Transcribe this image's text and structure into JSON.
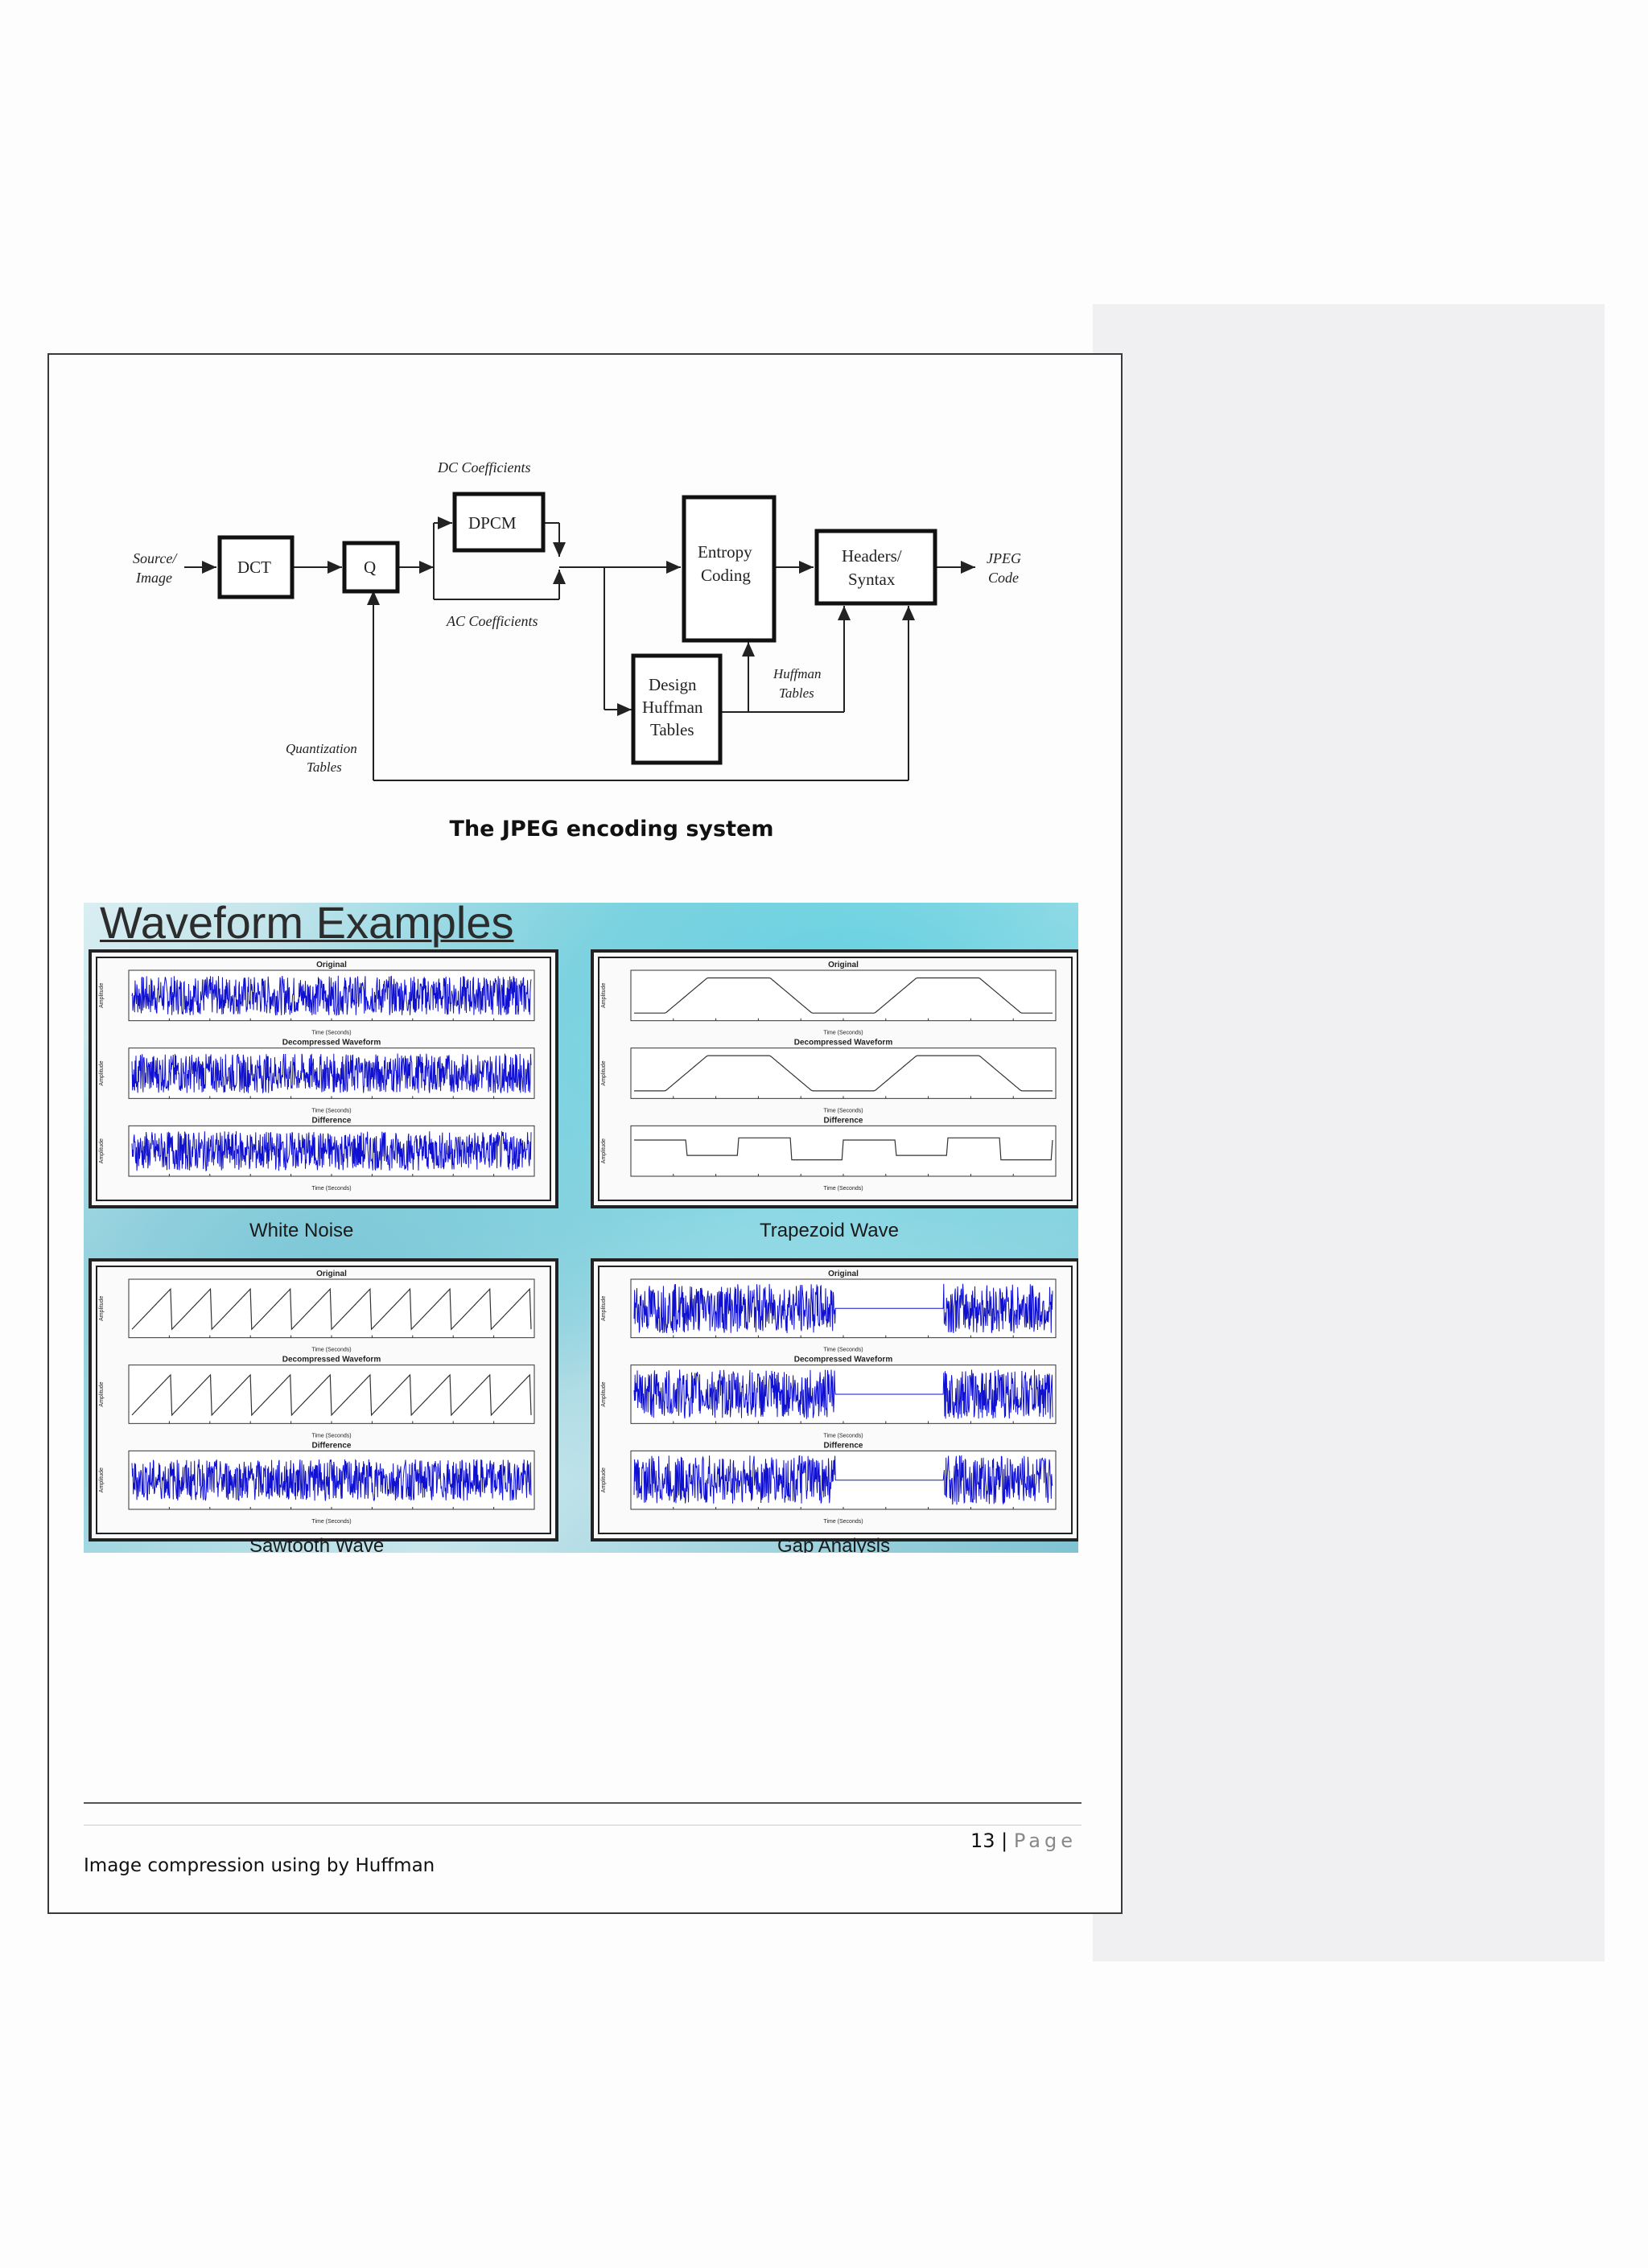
{
  "diagram": {
    "dc_coefficients": "DC Coefficients",
    "ac_coefficients": "AC Coefficients",
    "source_line1": "Source/",
    "source_line2": "Image",
    "dct": "DCT",
    "q": "Q",
    "dpcm": "DPCM",
    "entropy_line1": "Entropy",
    "entropy_line2": "Coding",
    "headers_line1": "Headers/",
    "headers_line2": "Syntax",
    "jpeg_line1": "JPEG",
    "jpeg_line2": "Code",
    "huffman_tables_line1": "Huffman",
    "huffman_tables_line2": "Tables",
    "design_line1": "Design",
    "design_line2": "Huffman",
    "design_line3": "Tables",
    "quant_line1": "Quantization",
    "quant_line2": "Tables"
  },
  "caption": "The JPEG encoding system",
  "waveforms": {
    "title": "Waveform Examples",
    "original": "Original",
    "decompressed": "Decompressed Waveform",
    "difference": "Difference",
    "amplitude": "Amplitude",
    "time": "Time (Seconds)",
    "labels": [
      "White Noise",
      "Trapezoid Wave",
      "Sawtooth Wave",
      "Gap Analysis"
    ]
  },
  "footer": {
    "page_number": "13",
    "separator": " | ",
    "page_word": "Page",
    "document_title": "Image compression using by Huffman"
  }
}
